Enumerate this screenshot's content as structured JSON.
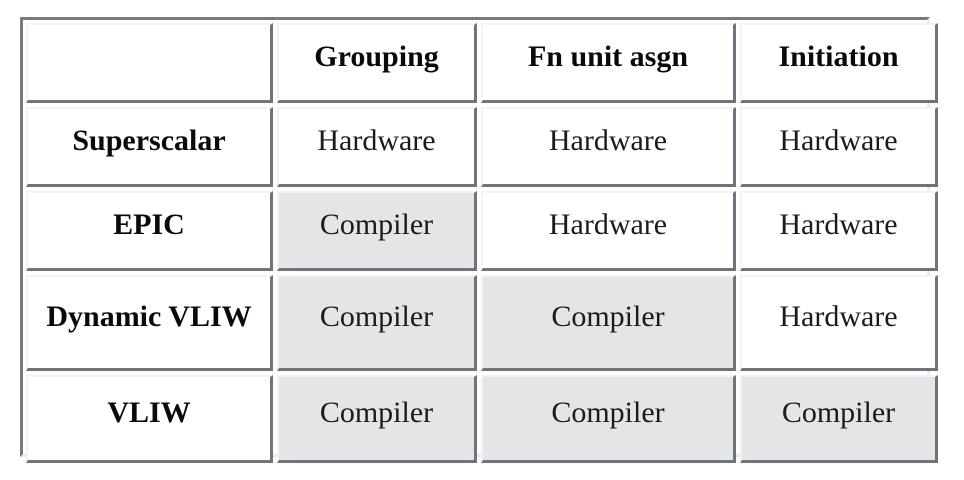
{
  "table": {
    "name": "instruction-scheduling-responsibility-table",
    "columns": [
      {
        "key": "rowlabel",
        "label": ""
      },
      {
        "key": "grouping",
        "label": "Grouping"
      },
      {
        "key": "fn_unit_asgn",
        "label": "Fn unit asgn"
      },
      {
        "key": "initiation",
        "label": "Initiation"
      }
    ],
    "rows": [
      {
        "label": "Superscalar",
        "cells": [
          {
            "value": "Hardware",
            "fill": "white"
          },
          {
            "value": "Hardware",
            "fill": "white"
          },
          {
            "value": "Hardware",
            "fill": "white"
          }
        ]
      },
      {
        "label": "EPIC",
        "cells": [
          {
            "value": "Compiler",
            "fill": "gray"
          },
          {
            "value": "Hardware",
            "fill": "white"
          },
          {
            "value": "Hardware",
            "fill": "white"
          }
        ]
      },
      {
        "label": "Dynamic VLIW",
        "cells": [
          {
            "value": "Compiler",
            "fill": "gray"
          },
          {
            "value": "Compiler",
            "fill": "gray"
          },
          {
            "value": "Hardware",
            "fill": "white"
          }
        ]
      },
      {
        "label": "VLIW",
        "cells": [
          {
            "value": "Compiler",
            "fill": "gray"
          },
          {
            "value": "Compiler",
            "fill": "gray"
          },
          {
            "value": "Compiler",
            "fill": "gray"
          }
        ]
      }
    ]
  },
  "colors": {
    "page_background": "#ffffff",
    "cell_white": "#ffffff",
    "cell_gray": "#e4e5e6",
    "bevel_light": "#f2f3f4",
    "bevel_dark": "#6e7479",
    "frame_dark": "#767b80",
    "frame_light": "#e9eaec",
    "text": "#0a0a0a"
  }
}
